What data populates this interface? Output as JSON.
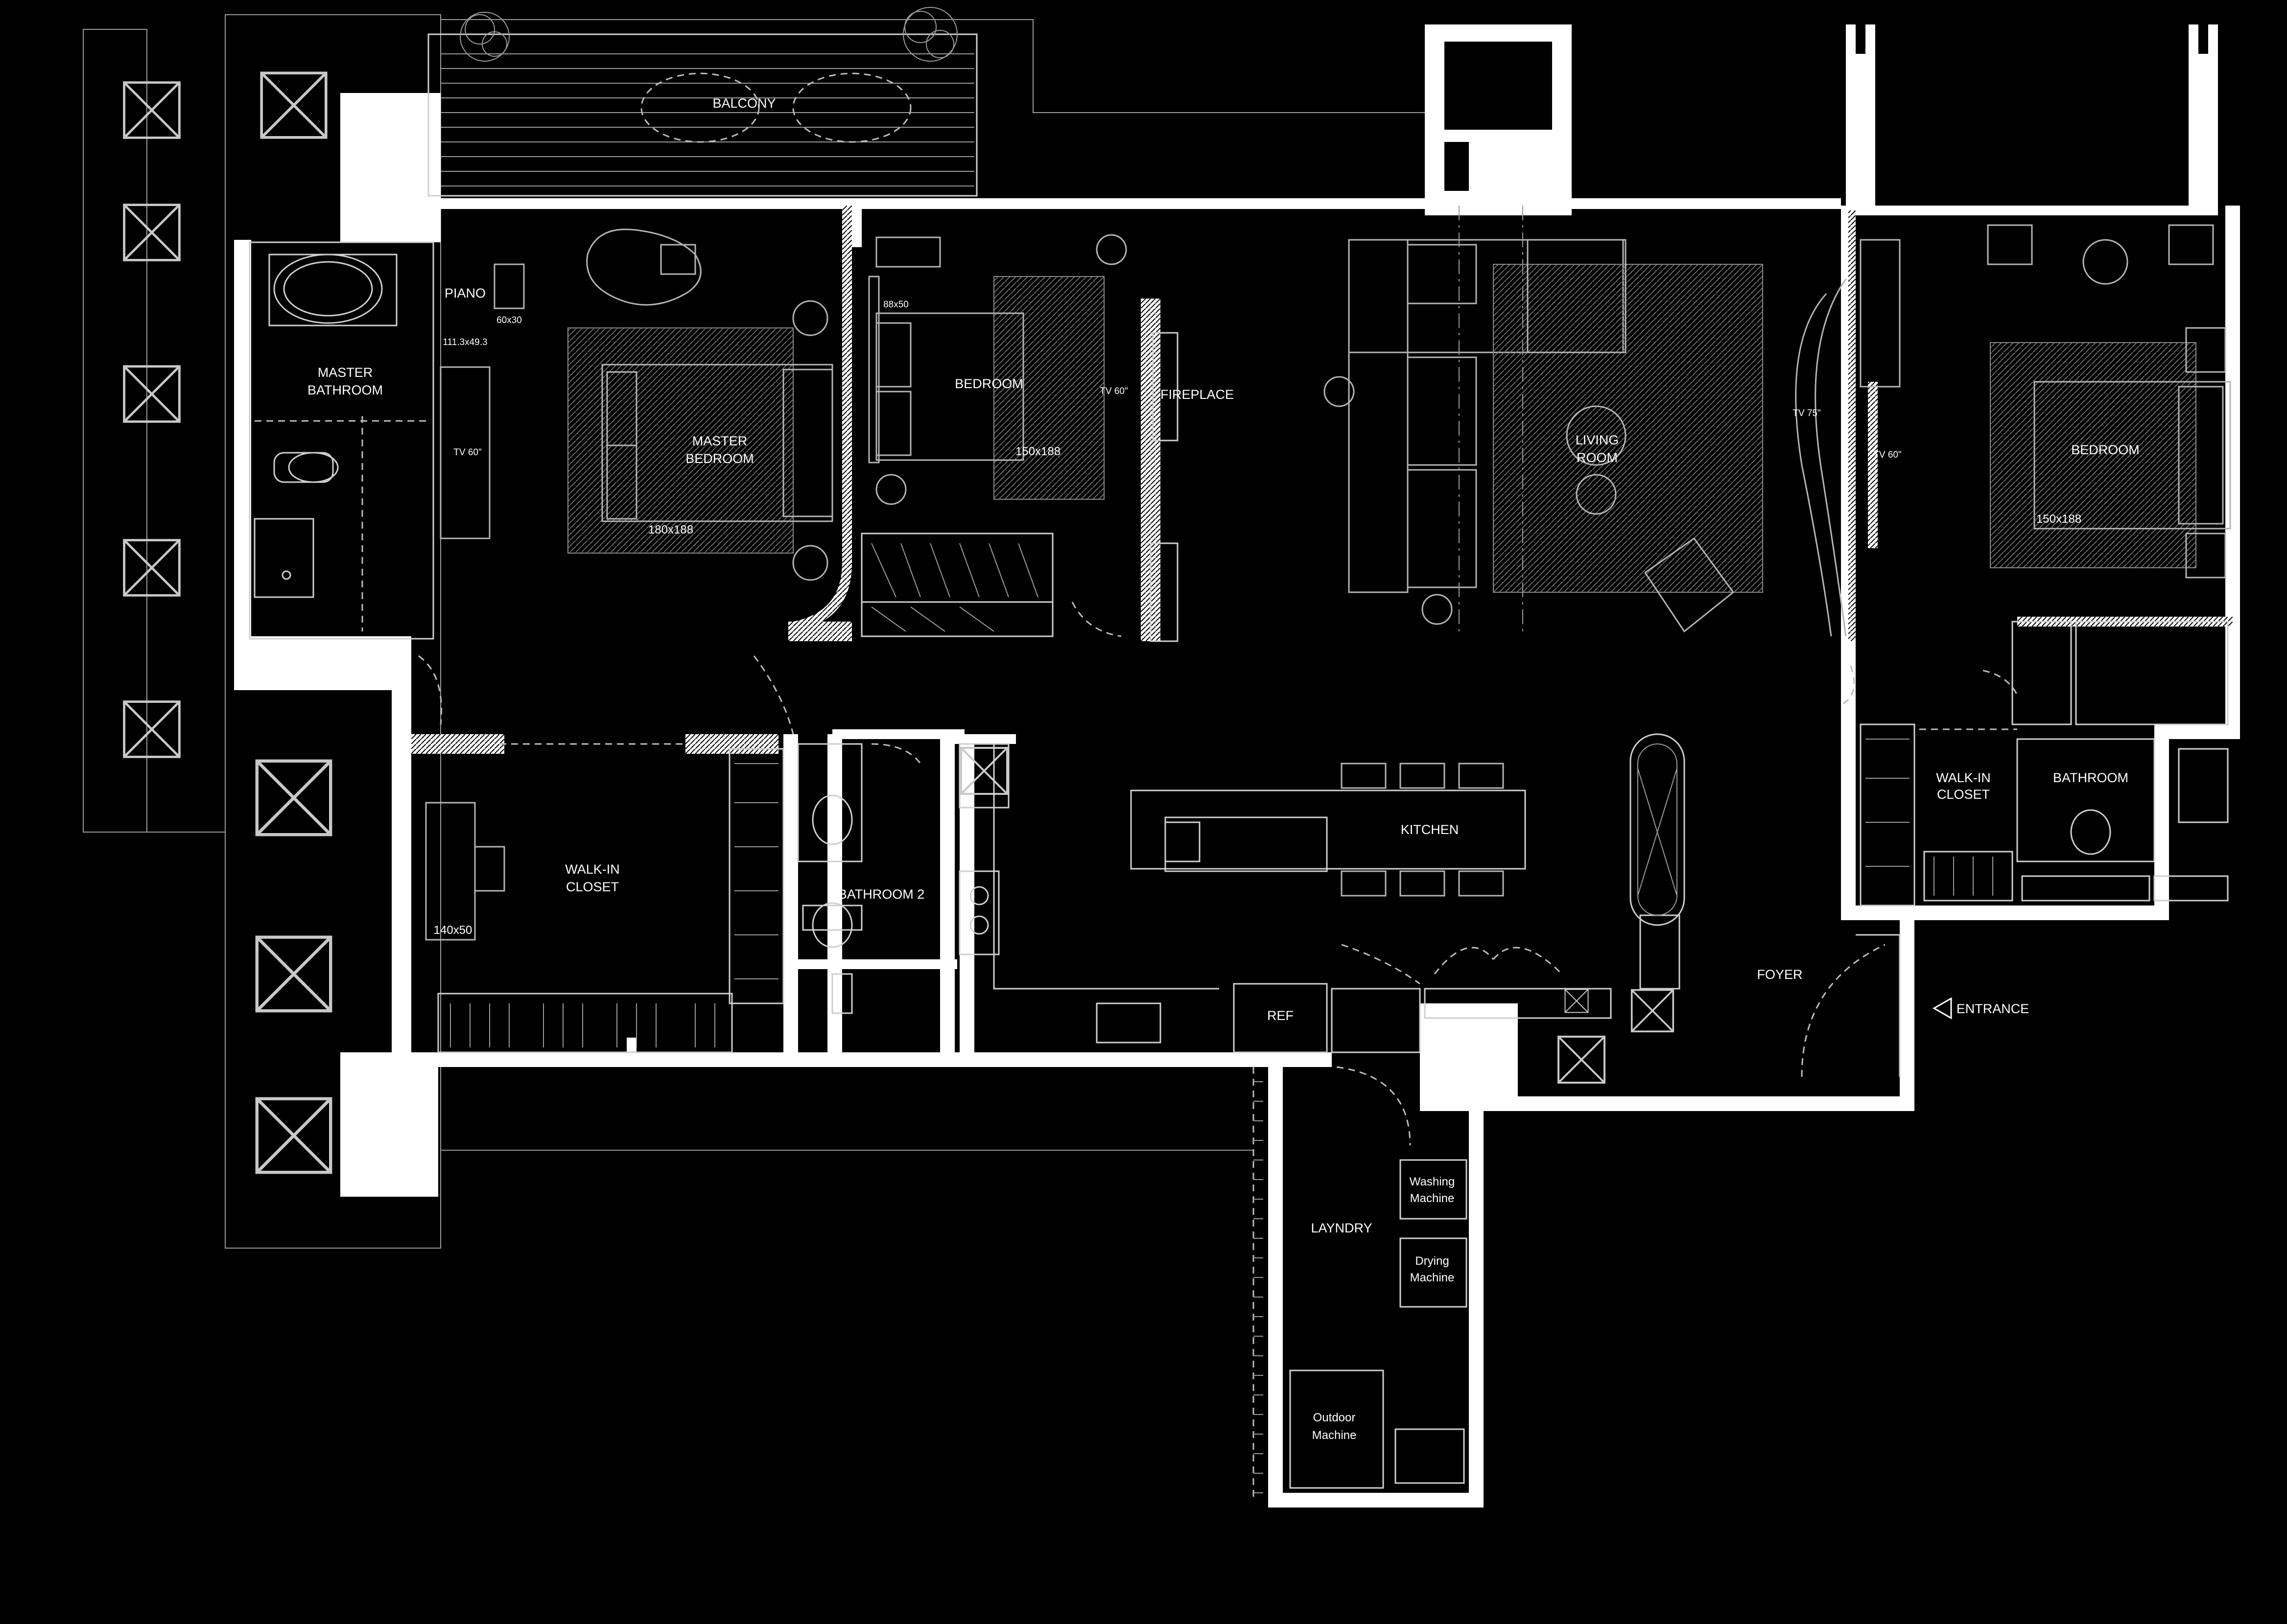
{
  "rooms": {
    "balcony": "BALCONY",
    "piano": "PIANO",
    "piano_dim": "60x30",
    "piano_size": "111.3x49.3",
    "master_bathroom_1": "MASTER",
    "master_bathroom_2": "BATHROOM",
    "tv_master": "TV 60\"",
    "master_bedroom_1": "MASTER",
    "master_bedroom_2": "BEDROOM",
    "master_bed_size": "180x188",
    "bedroom_center": "BEDROOM",
    "desk_center": "88x50",
    "bed_center_size": "150x188",
    "tv_center": "TV 60\"",
    "fireplace": "FIREPLACE",
    "living_1": "LIVING",
    "living_2": "ROOM",
    "tv_right_75": "TV 75\"",
    "tv_right_60": "TV 60\"",
    "bedroom_right": "BEDROOM",
    "bed_right_size": "150x188",
    "walkin_left_1": "WALK-IN",
    "walkin_left_2": "CLOSET",
    "desk_walkin": "140x50",
    "bathroom2": "BATHROOM 2",
    "kitchen": "KITCHEN",
    "ref": "REF",
    "foyer": "FOYER",
    "entrance": "ENTRANCE",
    "walkin_right_1": "WALK-IN",
    "walkin_right_2": "CLOSET",
    "bathroom_right": "BATHROOM",
    "laundry": "LAYNDRY",
    "washing_1": "Washing",
    "washing_2": "Machine",
    "drying_1": "Drying",
    "drying_2": "Machine",
    "outdoor_1": "Outdoor",
    "outdoor_2": "Machine"
  },
  "icons": {
    "entrance_marker": "triangle-left-icon",
    "cabinet_marker": "x-box-icon",
    "tree": "tree-icon"
  },
  "colors": {
    "background": "#000000",
    "walls": "#ffffff",
    "linework": "#cfcfcf",
    "text": "#ffffff"
  }
}
